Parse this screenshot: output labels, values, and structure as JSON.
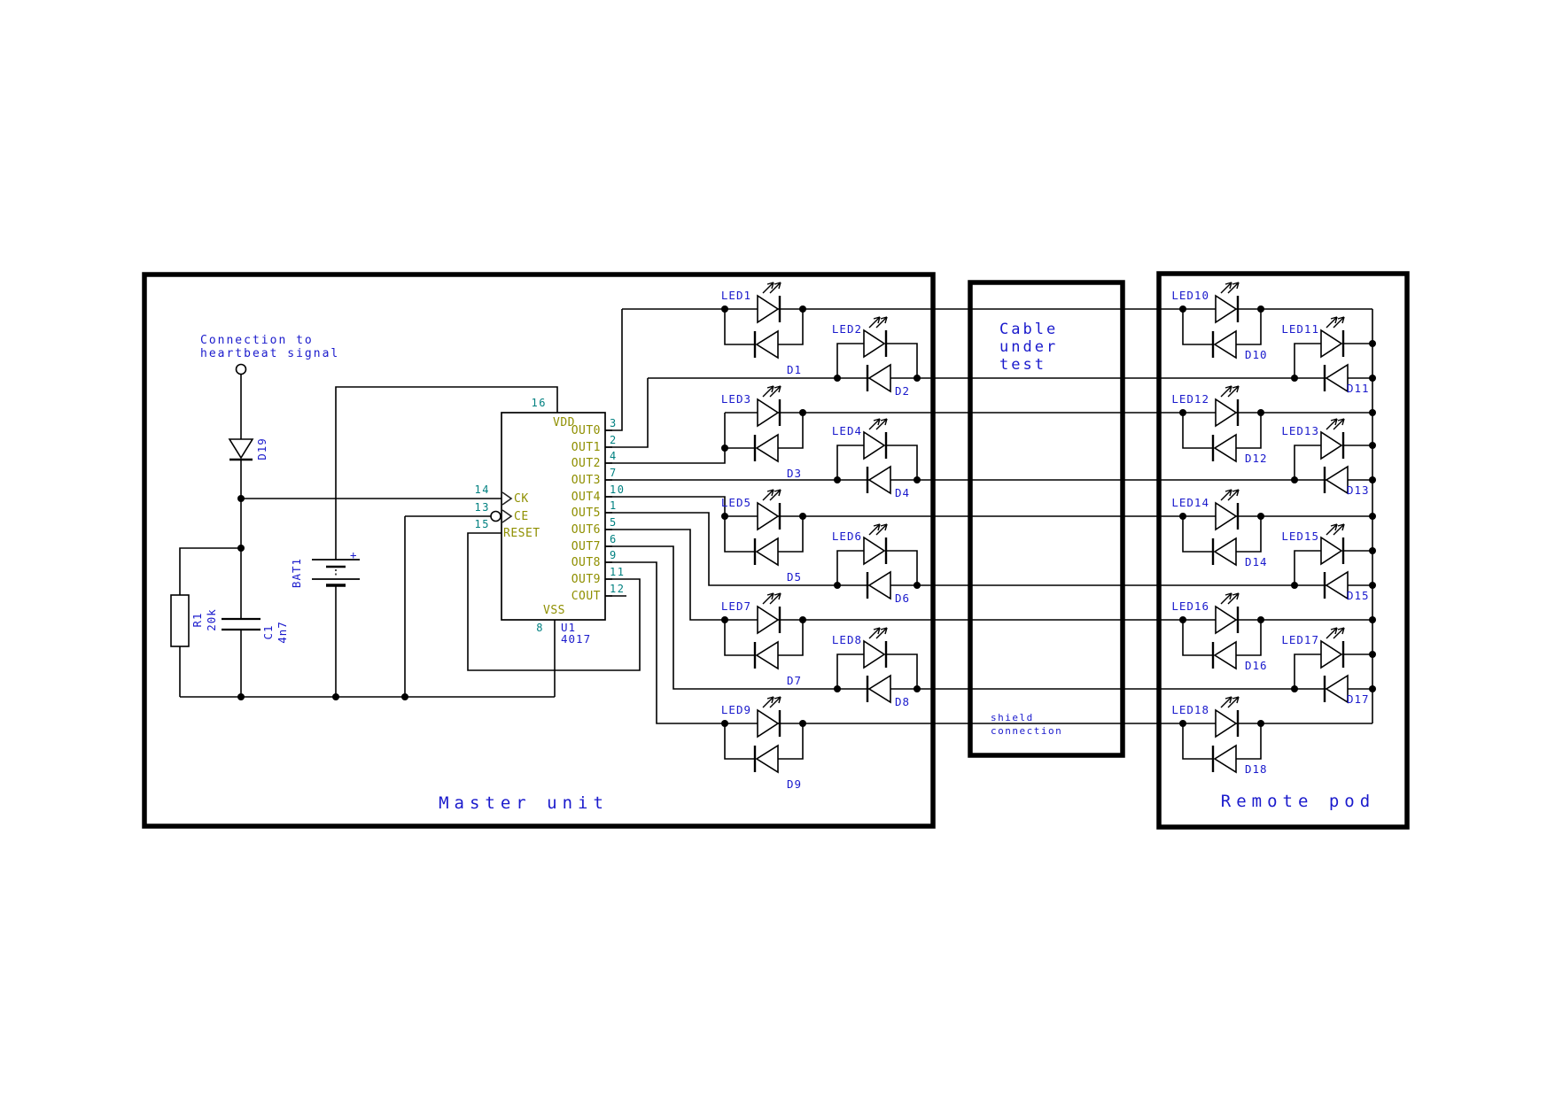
{
  "colors": {
    "wire": "#000000",
    "label_blue": "#1a1acc",
    "pin_name_olive": "#8f8f00",
    "pin_number_teal": "#008080",
    "background": "#ffffff"
  },
  "boxes": {
    "master": {
      "title": "Master unit"
    },
    "cable": {
      "title_lines": [
        "Cable",
        "under",
        "test"
      ],
      "shield_lines": [
        "shield",
        "connection"
      ]
    },
    "remote": {
      "title": "Remote pod"
    }
  },
  "notes": {
    "heartbeat": [
      "Connection to",
      "heartbeat signal"
    ]
  },
  "ic": {
    "ref": "U1",
    "value": "4017",
    "top_pin": {
      "name": "VDD",
      "number": "16"
    },
    "bottom_pin": {
      "name": "VSS",
      "number": "8"
    },
    "left_pins": [
      {
        "name": "CK",
        "number": "14"
      },
      {
        "name": "CE",
        "number": "13"
      },
      {
        "name": "RESET",
        "number": "15"
      }
    ],
    "right_pins": [
      {
        "name": "OUT0",
        "number": "3"
      },
      {
        "name": "OUT1",
        "number": "2"
      },
      {
        "name": "OUT2",
        "number": "4"
      },
      {
        "name": "OUT3",
        "number": "7"
      },
      {
        "name": "OUT4",
        "number": "10"
      },
      {
        "name": "OUT5",
        "number": "1"
      },
      {
        "name": "OUT6",
        "number": "5"
      },
      {
        "name": "OUT7",
        "number": "6"
      },
      {
        "name": "OUT8",
        "number": "9"
      },
      {
        "name": "OUT9",
        "number": "11"
      },
      {
        "name": "COUT",
        "number": "12"
      }
    ]
  },
  "components": {
    "diode": {
      "ref": "D19"
    },
    "resistor": {
      "ref": "R1",
      "value": "20k"
    },
    "capacitor": {
      "ref": "C1",
      "value": "4n7"
    },
    "battery": {
      "ref": "BAT1",
      "plus": "+"
    }
  },
  "led_pairs": {
    "master": [
      {
        "led": "LED1",
        "diode": "D1",
        "row": 1,
        "style": "led-on-line"
      },
      {
        "led": "LED2",
        "diode": "D2",
        "row": 2,
        "style": "led-above"
      },
      {
        "led": "LED3",
        "diode": "D3",
        "row": 3,
        "style": "led-on-line"
      },
      {
        "led": "LED4",
        "diode": "D4",
        "row": 4,
        "style": "led-above"
      },
      {
        "led": "LED5",
        "diode": "D5",
        "row": 5,
        "style": "led-on-line"
      },
      {
        "led": "LED6",
        "diode": "D6",
        "row": 6,
        "style": "led-above"
      },
      {
        "led": "LED7",
        "diode": "D7",
        "row": 7,
        "style": "led-on-line"
      },
      {
        "led": "LED8",
        "diode": "D8",
        "row": 8,
        "style": "led-above"
      },
      {
        "led": "LED9",
        "diode": "D9",
        "row": 9,
        "style": "led-on-line"
      }
    ],
    "remote": [
      {
        "led": "LED10",
        "diode": "D10",
        "row": 1,
        "style": "led-on-line"
      },
      {
        "led": "LED11",
        "diode": "D11",
        "row": 2,
        "style": "led-above"
      },
      {
        "led": "LED12",
        "diode": "D12",
        "row": 3,
        "style": "led-on-line"
      },
      {
        "led": "LED13",
        "diode": "D13",
        "row": 4,
        "style": "led-above"
      },
      {
        "led": "LED14",
        "diode": "D14",
        "row": 5,
        "style": "led-on-line"
      },
      {
        "led": "LED15",
        "diode": "D15",
        "row": 6,
        "style": "led-above"
      },
      {
        "led": "LED16",
        "diode": "D16",
        "row": 7,
        "style": "led-on-line"
      },
      {
        "led": "LED17",
        "diode": "D17",
        "row": 8,
        "style": "led-above"
      },
      {
        "led": "LED18",
        "diode": "D18",
        "row": 9,
        "style": "led-on-line"
      }
    ]
  }
}
